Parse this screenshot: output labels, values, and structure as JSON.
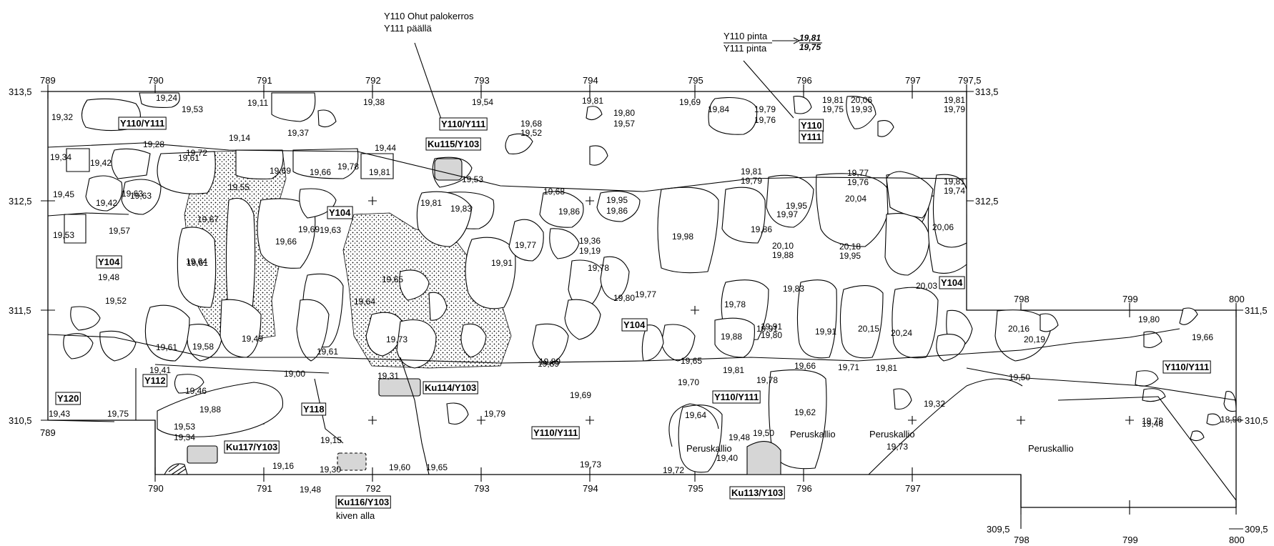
{
  "axes": {
    "top_x": [
      "789",
      "790",
      "791",
      "792",
      "793",
      "794",
      "795",
      "796",
      "797",
      "797,5"
    ],
    "bottom_x": [
      "789",
      "790",
      "791",
      "792",
      "793",
      "794",
      "795",
      "796",
      "797"
    ],
    "lower_x": [
      "798",
      "799",
      "800"
    ],
    "y_labels": [
      "313,5",
      "312,5",
      "311,5",
      "310,5",
      "309,5"
    ]
  },
  "notes": {
    "top_note_line1": "Y110 Ohut palokerros",
    "top_note_line2": "Y111 päällä",
    "pinta_line1": "Y110 pinta",
    "pinta_line2": "Y111 pinta",
    "pinta_val1": "19,81",
    "pinta_val2": "19,75",
    "kiven_alla": "kiven alla"
  },
  "units": [
    "Y110/Y111",
    "Y110/Y111",
    "Ku115/Y103",
    "Y110",
    "Y111",
    "Y104",
    "Y104",
    "Y104",
    "Y104",
    "Y112",
    "Y120",
    "Y118",
    "Ku114/Y103",
    "Ku117/Y103",
    "Ku116/Y103",
    "Y110/Y111",
    "Y110/Y111",
    "Ku113/Y103",
    "Y110/Y111"
  ],
  "peruskallio": [
    "Peruskallio",
    "Peruskallio",
    "Peruskallio",
    "Peruskallio"
  ],
  "elevations": [
    "19,32",
    "19,24",
    "19,53",
    "19,11",
    "19,38",
    "19,54",
    "19,81",
    "19,80",
    "19,57",
    "19,69",
    "19,84",
    "19,81",
    "19,75",
    "20,06",
    "19,93",
    "19,81",
    "19,79",
    "19,79",
    "19,76",
    "19,68",
    "19,52",
    "19,37",
    "19,34",
    "19,42",
    "19,28",
    "19,72",
    "19,14",
    "19,69",
    "19,78",
    "19,44",
    "19,81",
    "19,53",
    "19,45",
    "19,42",
    "19,63",
    "19,61",
    "19,55",
    "19,66",
    "19,81",
    "19,83",
    "19,68",
    "19,86",
    "19,95",
    "19,86",
    "19,81",
    "19,79",
    "19,77",
    "19,76",
    "19,81",
    "19,74",
    "20,04",
    "20,06",
    "19,53",
    "19,57",
    "19,67",
    "19,63",
    "19,66",
    "19,63",
    "19,65",
    "19,77",
    "19,91",
    "19,36",
    "19,19",
    "19,98",
    "19,97",
    "19,95",
    "19,86",
    "20,10",
    "19,88",
    "20,18",
    "19,95",
    "19,48",
    "19,52",
    "19,64",
    "19,61",
    "19,64",
    "19,69",
    "19,78",
    "19,80",
    "19,77",
    "19,83",
    "20,03",
    "19,78",
    "20,16",
    "20,19",
    "19,80",
    "19,66",
    "19,61",
    "19,58",
    "19,49",
    "19,61",
    "19,73",
    "19,89",
    "19,88",
    "19,91",
    "19,80",
    "19,91",
    "20,15",
    "20,24",
    "19,41",
    "19,00",
    "19,31",
    "19,89",
    "19,81",
    "19,65",
    "19,91",
    "19,78",
    "19,66",
    "19,71",
    "19,81",
    "19,50",
    "19,46",
    "19,88",
    "19,48",
    "19,69",
    "19,70",
    "19,32",
    "19,43",
    "19,75",
    "19,53",
    "19,34",
    "19,79",
    "19,62",
    "19,64",
    "19,50",
    "19,78",
    "19,73",
    "19,40",
    "18,96",
    "19,46",
    "19,15",
    "19,16",
    "19,30",
    "19,48",
    "19,60",
    "19,65",
    "19,73",
    "19,72"
  ]
}
